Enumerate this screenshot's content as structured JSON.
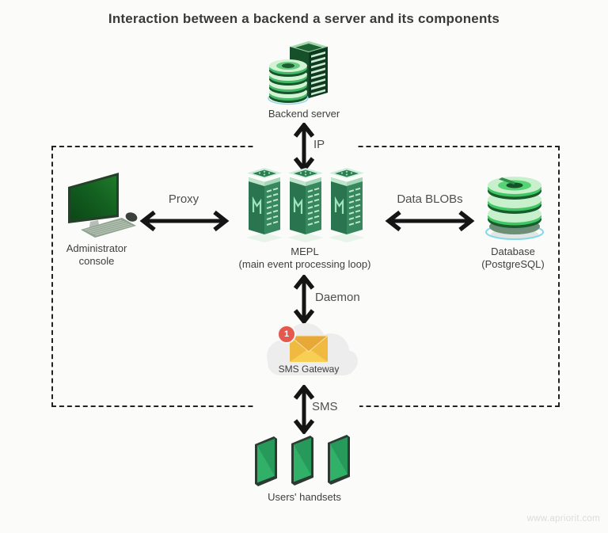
{
  "title": "Interaction between a backend a server and its components",
  "watermark": "www.apriorit.com",
  "nodes": {
    "backend_server": {
      "label": "Backend server"
    },
    "admin_console": {
      "line1": "Administrator",
      "line2": "console"
    },
    "mepl": {
      "line1": "MEPL",
      "line2": "(main event processing loop)"
    },
    "database": {
      "line1": "Database",
      "line2": "(PostgreSQL)"
    },
    "sms_gateway": {
      "label": "SMS Gateway",
      "badge": "1"
    },
    "users_handsets": {
      "label": "Users' handsets"
    }
  },
  "links": {
    "ip": {
      "label": "IP"
    },
    "proxy": {
      "label": "Proxy"
    },
    "data_blobs": {
      "label": "Data BLOBs"
    },
    "daemon": {
      "label": "Daemon"
    },
    "sms": {
      "label": "SMS"
    }
  },
  "colors": {
    "background": "#fbfbfa",
    "title_text": "#3a3a3a",
    "label_text": "#3e3e3e",
    "link_text": "#4f4f4f",
    "arrow_black": "#151515",
    "boundary_dash": "#222222",
    "green_dark": "#15502a",
    "green_mid": "#2a7450",
    "green_bright": "#3fc763",
    "green_pale": "#c9f0cc",
    "envelope_yellow": "#f7c94b",
    "badge_red": "#e4584e",
    "cloud_gray": "#ededed",
    "base_ring_blue": "#85d8ec",
    "watermark_gray": "#dcdcd8"
  }
}
